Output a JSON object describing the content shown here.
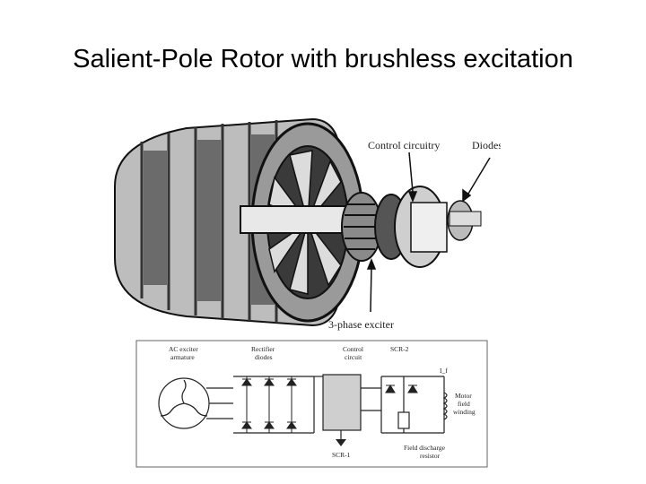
{
  "slide": {
    "title": "Salient-Pole Rotor with brushless excitation"
  },
  "photo": {
    "labels": {
      "control": "Control circuitry",
      "diodes": "Diodes",
      "exciter": "3-phase exciter"
    }
  },
  "schematic": {
    "labels": {
      "ac_exciter_1": "AC exciter",
      "ac_exciter_2": "armature",
      "rectifier_1": "Rectifier",
      "rectifier_2": "diodes",
      "control_1": "Control",
      "control_2": "circuit",
      "scr2": "SCR-2",
      "if": "I_f",
      "motor_1": "Motor",
      "motor_2": "field",
      "motor_3": "winding",
      "scr1": "SCR-1",
      "discharge_1": "Field discharge",
      "discharge_2": "resistor"
    }
  }
}
